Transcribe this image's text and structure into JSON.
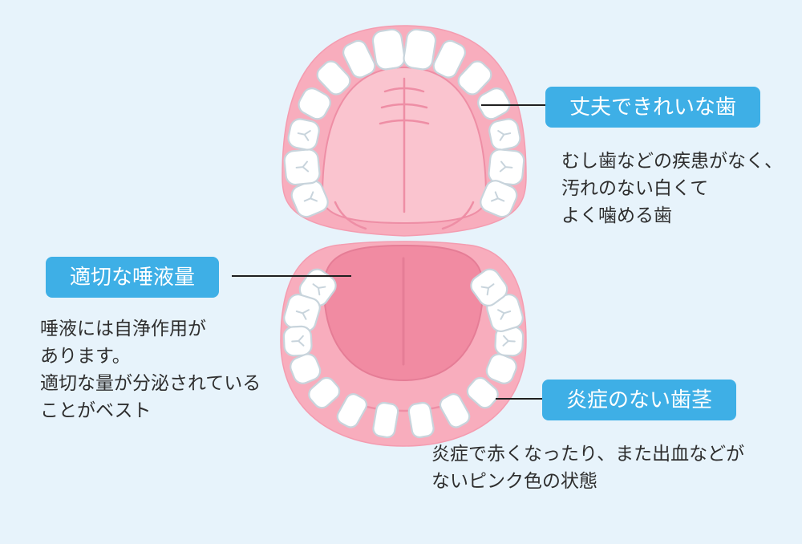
{
  "background_color": "#e7f3fb",
  "annotations": {
    "teeth": {
      "label": "丈夫できれいな歯",
      "description": "むし歯などの疾患がなく、\n汚れのない白くて\nよく噛める歯"
    },
    "saliva": {
      "label": "適切な唾液量",
      "description": "唾液には自浄作用が\nあります。\n適切な量が分泌されている\nことがベスト"
    },
    "gums": {
      "label": "炎症のない歯茎",
      "description": "炎症で赤くなったり、また出血などが\nないピンク色の状態"
    }
  },
  "illustration": {
    "name": "healthy-mouth-upper-and-lower-jaw",
    "colors": {
      "gum_pink": "#f8adbd",
      "gum_outline": "#f49cb0",
      "palate_pink": "#fac4cf",
      "palate_line": "#ee8ea5",
      "tongue_pink": "#f18ba2",
      "tongue_line": "#e57d96",
      "tooth_white": "#ffffff",
      "tooth_outline": "#c8d4dc",
      "label_blue": "#3eafe6",
      "label_text": "#ffffff",
      "pointer_line": "#1f1f1f",
      "text_dark": "#2e2e2e"
    }
  }
}
